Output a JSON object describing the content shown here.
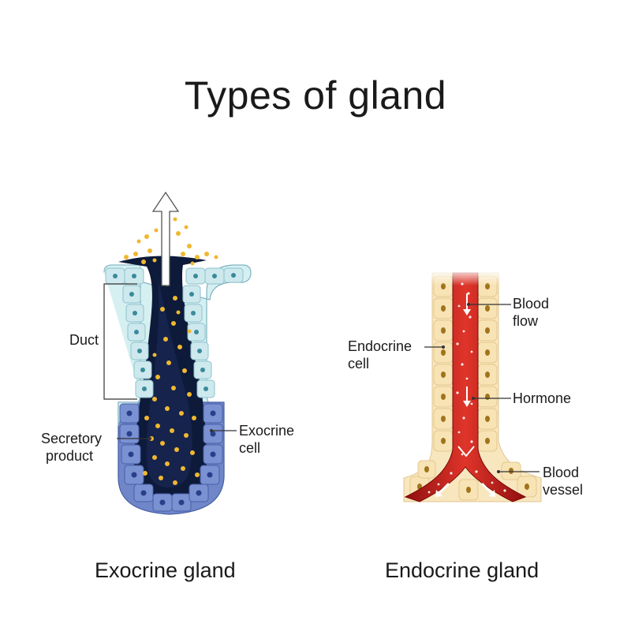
{
  "title": "Types of gland",
  "exocrine": {
    "caption": "Exocrine gland",
    "labels": {
      "duct": "Duct",
      "secretory_line1": "Secretory",
      "secretory_line2": "product",
      "cell_line1": "Exocrine",
      "cell_line2": "cell"
    }
  },
  "endocrine": {
    "caption": "Endocrine gland",
    "labels": {
      "cell_line1": "Endocrine",
      "cell_line2": "cell",
      "flow_line1": "Blood",
      "flow_line2": "flow",
      "hormone": "Hormone",
      "vessel_line1": "Blood",
      "vessel_line2": "vessel"
    }
  },
  "colors": {
    "lumen": "#0d1a3a",
    "duct_cell": "#d6f0f2",
    "secretory_cell": "#6f86c9",
    "granule": "#f0b830",
    "endo_cell": "#f8e6bf",
    "blood": "#c41a1a"
  }
}
